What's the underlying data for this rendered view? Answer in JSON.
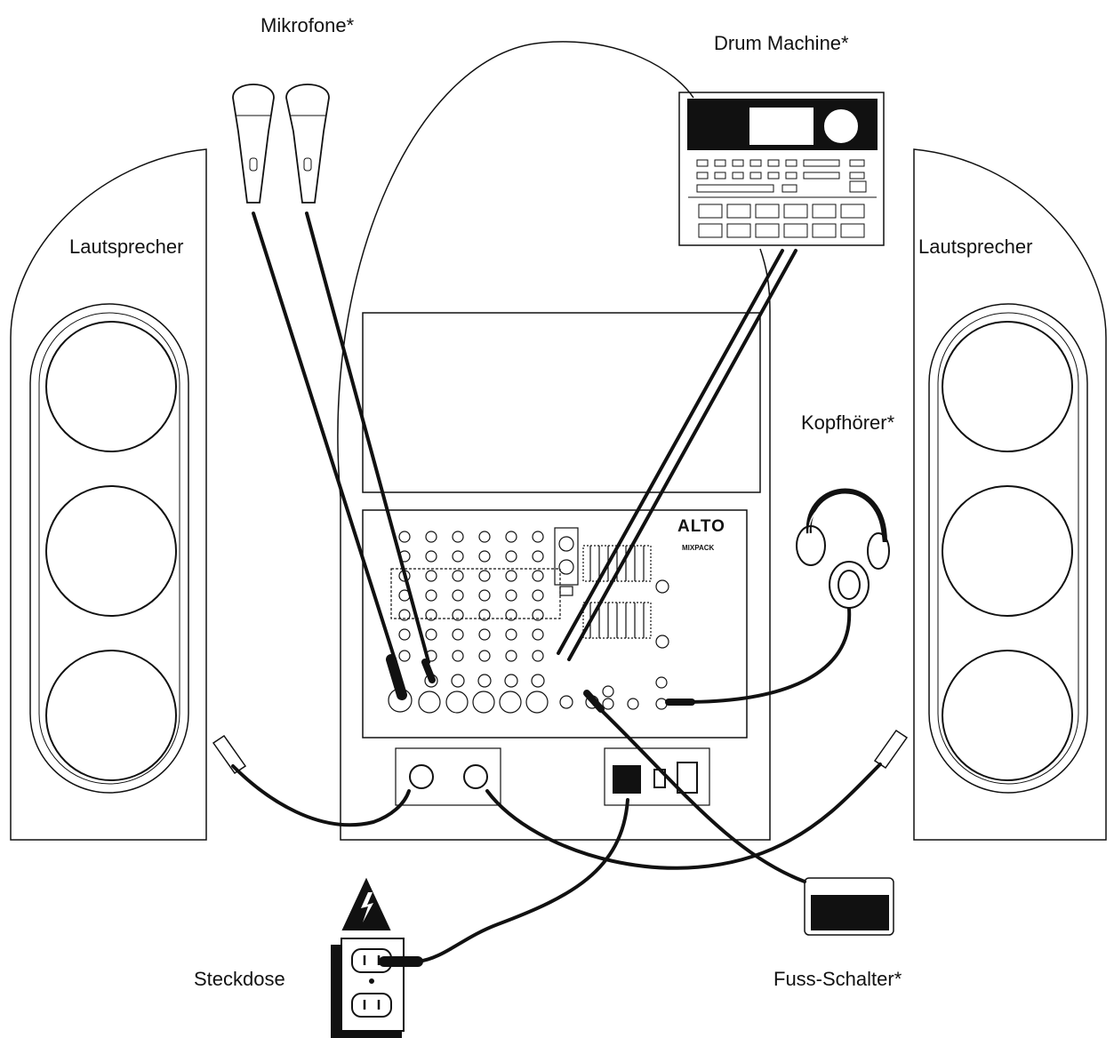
{
  "labels": {
    "microphones": "Mikrofone*",
    "drum_machine": "Drum Machine*",
    "speaker_left": "Lautsprecher",
    "speaker_right": "Lautsprecher",
    "headphones": "Kopfhörer*",
    "socket": "Steckdose",
    "footswitch": "Fuss-Schalter*"
  },
  "mixer": {
    "brand": "ALTO",
    "model": "MIXPACK"
  },
  "colors": {
    "line": "#111111",
    "background": "#ffffff"
  }
}
